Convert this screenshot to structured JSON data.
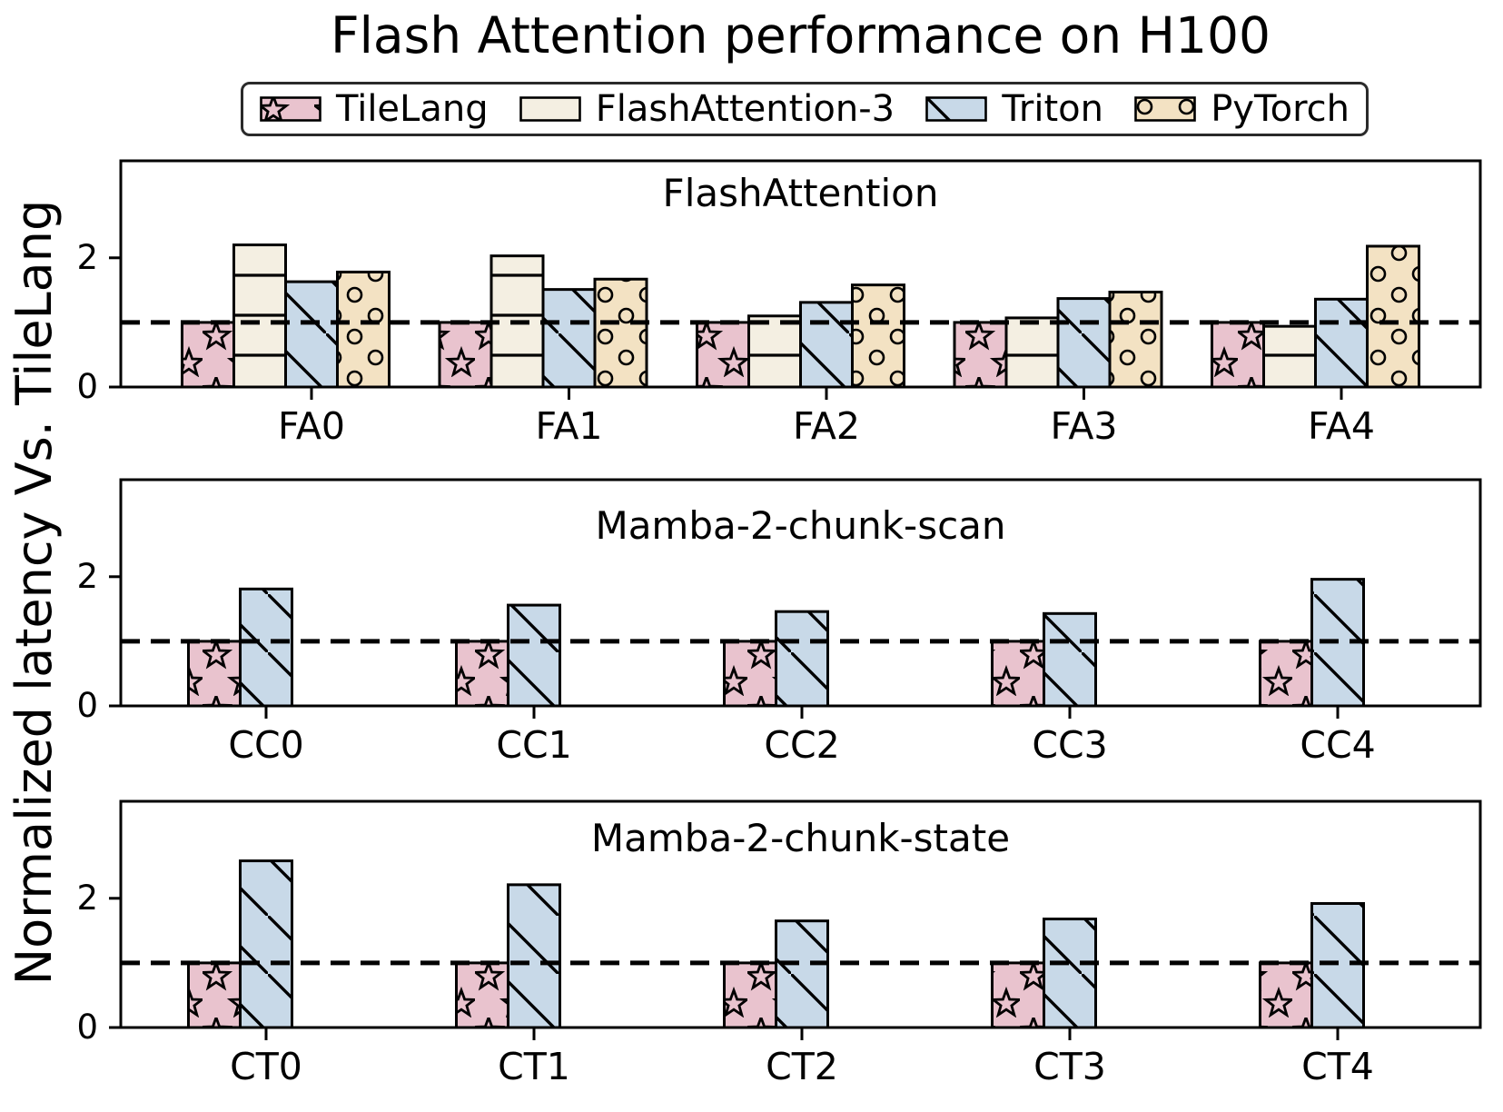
{
  "title": "Flash Attention performance on H100",
  "ylabel": "Normalized latency Vs. TileLang",
  "ytick_labels": [
    "0",
    "2"
  ],
  "legend": {
    "items": [
      {
        "label": "TileLang",
        "color": "#e9c3ce",
        "hatch": "star"
      },
      {
        "label": "FlashAttention-3",
        "color": "#f4efe2",
        "hatch": "hlines"
      },
      {
        "label": "Triton",
        "color": "#c8d9e8",
        "hatch": "diagonal"
      },
      {
        "label": "PyTorch",
        "color": "#f3e2c3",
        "hatch": "circles"
      }
    ]
  },
  "reference_line": {
    "value": 1.0,
    "style": "dashed",
    "color": "#000000"
  },
  "chart_data": [
    {
      "type": "bar",
      "title": "FlashAttention",
      "categories": [
        "FA0",
        "FA1",
        "FA2",
        "FA3",
        "FA4"
      ],
      "series": [
        {
          "name": "TileLang",
          "values": [
            1.0,
            1.0,
            1.0,
            1.0,
            1.0
          ]
        },
        {
          "name": "FlashAttention-3",
          "values": [
            2.2,
            2.03,
            1.1,
            1.07,
            0.94
          ]
        },
        {
          "name": "Triton",
          "values": [
            1.63,
            1.51,
            1.31,
            1.37,
            1.36
          ]
        },
        {
          "name": "PyTorch",
          "values": [
            1.78,
            1.67,
            1.58,
            1.47,
            2.18
          ]
        }
      ],
      "ylabel": "Normalized latency Vs. TileLang",
      "ylim": [
        0,
        3.53
      ],
      "yticks": [
        0,
        2
      ],
      "ref_line": 1.0,
      "grid": false,
      "legend_position": "top"
    },
    {
      "type": "bar",
      "title": "Mamba-2-chunk-scan",
      "categories": [
        "CC0",
        "CC1",
        "CC2",
        "CC3",
        "CC4"
      ],
      "series": [
        {
          "name": "TileLang",
          "values": [
            1.0,
            1.0,
            1.0,
            1.0,
            1.0
          ]
        },
        {
          "name": "Triton",
          "values": [
            1.81,
            1.56,
            1.46,
            1.43,
            1.96
          ]
        }
      ],
      "ylabel": "Normalized latency Vs. TileLang",
      "ylim": [
        0,
        3.53
      ],
      "yticks": [
        0,
        2
      ],
      "ref_line": 1.0,
      "grid": false,
      "legend_position": "top"
    },
    {
      "type": "bar",
      "title": "Mamba-2-chunk-state",
      "categories": [
        "CT0",
        "CT1",
        "CT2",
        "CT3",
        "CT4"
      ],
      "series": [
        {
          "name": "TileLang",
          "values": [
            1.0,
            1.0,
            1.0,
            1.0,
            1.0
          ]
        },
        {
          "name": "Triton",
          "values": [
            2.58,
            2.21,
            1.65,
            1.68,
            1.92
          ]
        }
      ],
      "ylabel": "Normalized latency Vs. TileLang",
      "ylim": [
        0,
        3.53
      ],
      "yticks": [
        0,
        2
      ],
      "ref_line": 1.0,
      "grid": false,
      "legend_position": "top"
    }
  ]
}
